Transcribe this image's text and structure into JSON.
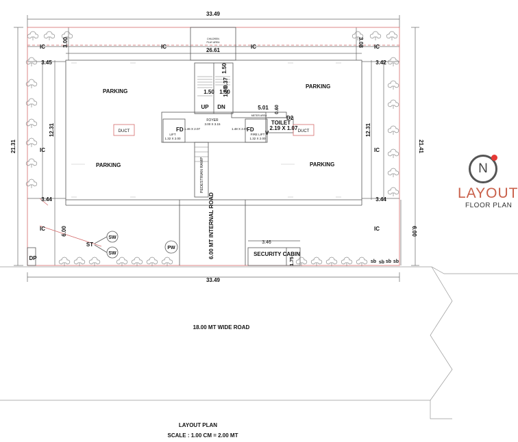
{
  "dims": {
    "top_width": "33.49",
    "bottom_width": "33.49",
    "inner_width": "26.61",
    "left_height": "21.31",
    "right_height": "21.41",
    "left_top_setback": "3.00",
    "right_top_setback": "3.08",
    "left_side_setback": "3.45",
    "right_side_setback": "3.42",
    "left_building_depth": "12.31",
    "right_building_depth": "12.31",
    "left_bottom_side": "3.44",
    "right_bottom_side": "3.44",
    "left_front_setback": "6.00",
    "right_front_setback": "6.00",
    "stair_150_vertical": "1.50",
    "stair_037": "0.37",
    "stair_150_vertical_2": "1.50",
    "stair_150_a": "1.50",
    "stair_150_b": "1.50",
    "toilet_width": "5.01",
    "toilet_060": "0.60",
    "cabin_width": "3.46",
    "cabin_depth": "1.75"
  },
  "labels": {
    "ic": "IC",
    "parking": "PARKING",
    "duct": "DUCT",
    "up": "UP",
    "dn": "DN",
    "foyer": "FOYER",
    "foyer_size": "3.00 X 3.15",
    "lift": "LIFT",
    "lift_size": "1.32 X 2.00",
    "lift_outer": "1.46 X 2.07",
    "fire_lift": "FIRE LIFT",
    "fire_lift_size": "1.32 X 2.00",
    "fire_lift_outer": "1.48 X 2.07",
    "fd": "FD",
    "toilet": "TOILET",
    "toilet_size": "2.19 X 1.07",
    "d2": "D2",
    "v": "V",
    "meter_area": "METER AREA",
    "children_play_1": "CHILDREN",
    "children_play_2": "PLAY AREA",
    "pedestrian_ramp": "PEDESTRIAN RAMP",
    "internal_road": "6.00 MT INTERNAL ROAD",
    "security_cabin": "SECURITY CABIN",
    "st": "ST",
    "sw": "SW",
    "pw": "PW",
    "dp": "DP",
    "sb": "sb",
    "wide_road": "18.00 MT WIDE ROAD",
    "title": "LAYOUT PLAN",
    "scale": "SCALE : 1.00 CM = 2.00 MT"
  },
  "logo": {
    "letter": "N",
    "title": "LAYOUT",
    "subtitle": "FLOOR PLAN",
    "accent_color": "#c9604a",
    "dot_color": "#e53935"
  },
  "colors": {
    "boundary": "#d46a6a",
    "tree": "#8a8a8a",
    "line": "#555555"
  }
}
